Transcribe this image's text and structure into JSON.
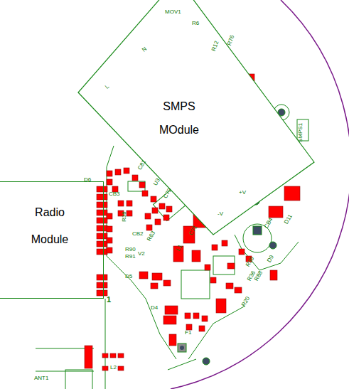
{
  "diagram": {
    "nodes": [
      {
        "text": [
          "SMPS MOdule"
        ]
      },
      {
        "text": [
          "Radio Module"
        ]
      }
    ],
    "edges": [],
    "labels": [
      "MOV1",
      "R6",
      "R12",
      "R76",
      "N",
      "L",
      "SMPS1",
      "-V",
      "+V",
      "D6",
      "CB3",
      "C81",
      "U3",
      "CB2",
      "R38",
      "R90",
      "R91",
      "D5",
      "V2",
      "R63",
      "L1",
      "C71",
      "C79",
      "D4",
      "CB4",
      "D11",
      "D9",
      "R36",
      "R88",
      "R35",
      "R20",
      "F1",
      "1",
      "L2",
      "ANT1"
    ]
  }
}
